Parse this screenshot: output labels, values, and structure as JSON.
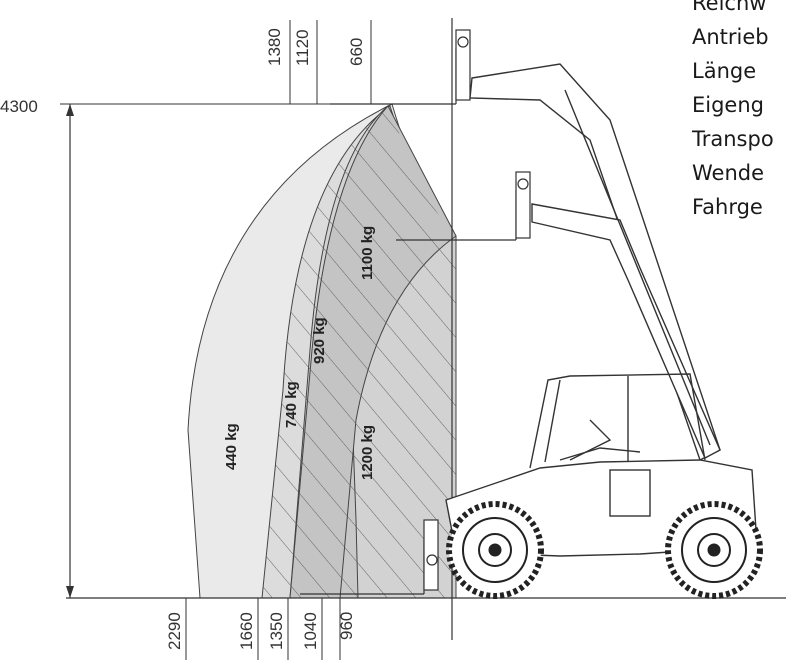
{
  "sidebar": {
    "items": [
      "Reichw",
      "Antrieb",
      "Länge",
      "Eigeng",
      "Transpo",
      "Wende",
      "Fahrge"
    ]
  },
  "dimensions": {
    "height": "4300",
    "top_reach": [
      "1380",
      "1120",
      "660"
    ],
    "bottom_reach": [
      "2290",
      "1660",
      "1350",
      "1040",
      "960"
    ]
  },
  "load_zones": [
    "440 kg",
    "740 kg",
    "920 kg",
    "1100 kg",
    "1200 kg"
  ],
  "colors": {
    "line": "#333333",
    "zone_light": "#eaeaea",
    "zone_mid": "#dcdcdc",
    "zone_dark": "#cfcfcf",
    "zone_darkest": "#c4c4c4",
    "text": "#1a1a1a"
  }
}
